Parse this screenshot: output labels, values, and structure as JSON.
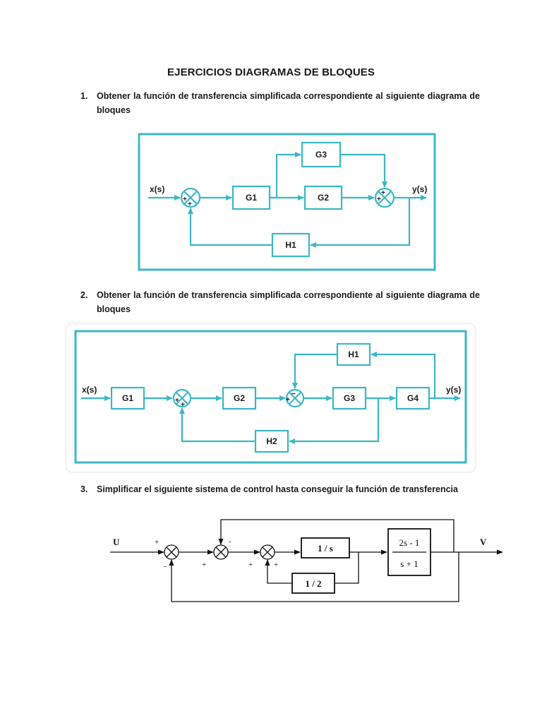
{
  "document": {
    "title": "EJERCICIOS DIAGRAMAS DE BLOQUES"
  },
  "exercises": [
    {
      "number": "1.",
      "text": "Obtener la función de transferencia simplificada correspondiente al siguiente diagrama de bloques",
      "diagram": {
        "input_label": "x(s)",
        "output_label": "y(s)",
        "blocks": [
          "G1",
          "G2",
          "G3",
          "H1"
        ],
        "sum1_signs": [
          "+",
          "+"
        ],
        "sum2_signs": [
          "+",
          "+"
        ]
      }
    },
    {
      "number": "2.",
      "text": "Obtener la función de transferencia simplificada correspondiente al siguiente diagrama de bloques",
      "diagram": {
        "input_label": "x(s)",
        "output_label": "y(s)",
        "blocks": [
          "G1",
          "G2",
          "G3",
          "G4",
          "H1",
          "H2"
        ],
        "sum1_signs": [
          "+",
          "+"
        ],
        "sum2_signs": [
          "+",
          "−"
        ]
      }
    },
    {
      "number": "3.",
      "text": "Simplificar el siguiente sistema de control hasta conseguir la función de transferencia",
      "diagram": {
        "input_label": "U",
        "output_label": "V",
        "integrator_block": "1 / s",
        "feedback_block": "1 / 2",
        "tf_numerator": "2s - 1",
        "tf_denominator": "s + 1",
        "sum1_signs": [
          "+",
          "−"
        ],
        "sum2_signs": [
          "+",
          "-"
        ],
        "sum3_signs": [
          "+",
          "+"
        ]
      }
    }
  ],
  "colors": {
    "diagram_teal": "#3ab8c4",
    "text": "#1a1a1a"
  }
}
